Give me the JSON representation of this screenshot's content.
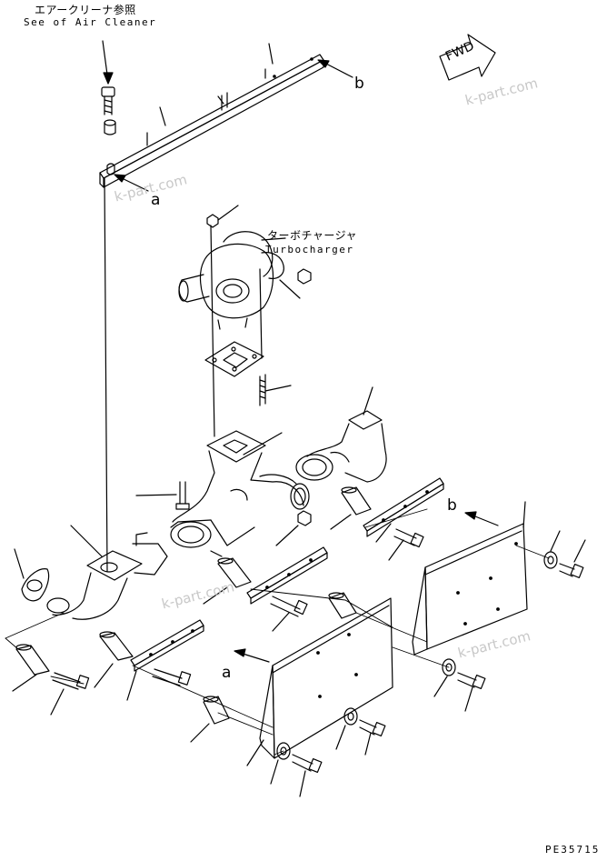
{
  "annotations": {
    "air_cleaner_jp": "エアークリーナ参照",
    "air_cleaner_en": "See of Air Cleaner",
    "turbo_jp": "ターボチャージャ",
    "turbo_en": "Turbocharger",
    "fwd": "FWD",
    "label_a": "a",
    "label_b": "b",
    "drawing_code": "PE35715"
  },
  "watermark": "k-part.com",
  "colors": {
    "line": "#000000",
    "watermark": "#c8c8c8"
  }
}
